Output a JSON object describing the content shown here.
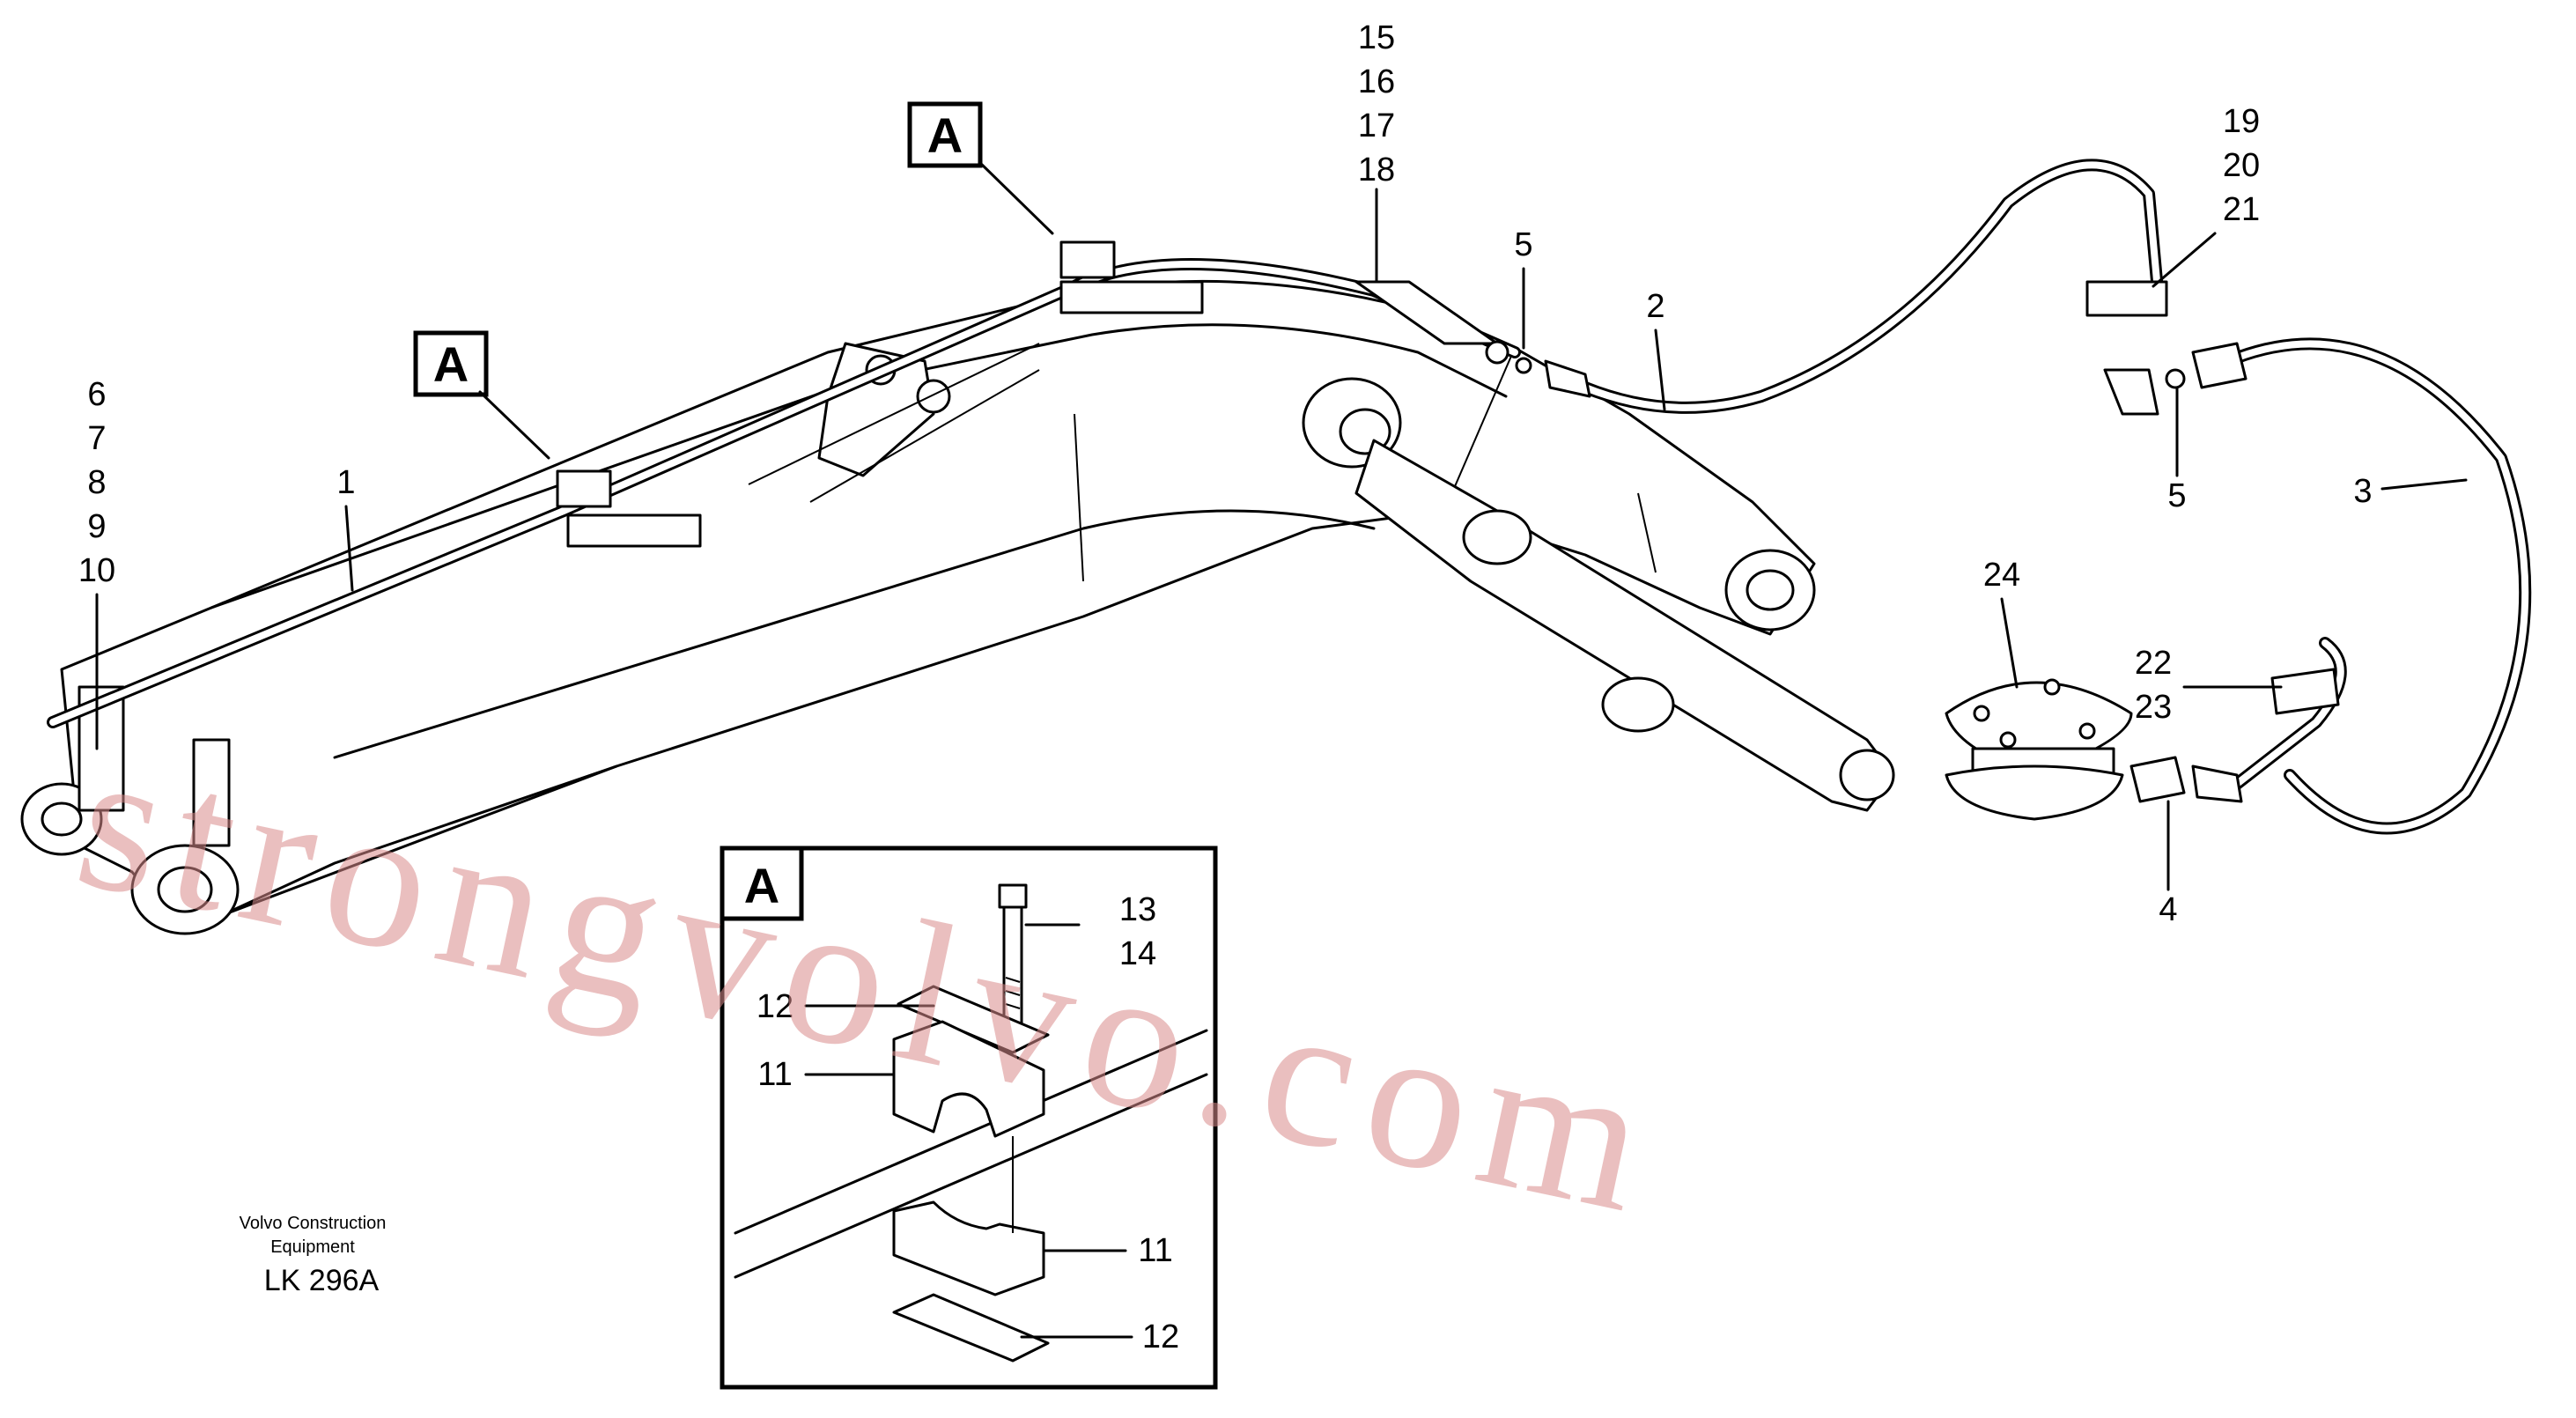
{
  "diagram": {
    "callouts": {
      "c1": "1",
      "c2": "2",
      "c3": "3",
      "c4": "4",
      "c5a": "5",
      "c5b": "5",
      "c6": "6",
      "c7": "7",
      "c8": "8",
      "c9": "9",
      "c10": "10",
      "c11a": "11",
      "c11b": "11",
      "c12a": "12",
      "c12b": "12",
      "c13": "13",
      "c14": "14",
      "c15": "15",
      "c16": "16",
      "c17": "17",
      "c18": "18",
      "c19": "19",
      "c20": "20",
      "c21": "21",
      "c22": "22",
      "c23": "23",
      "c24": "24"
    },
    "section_marker": "A",
    "detail_view_label": "A",
    "manufacturer_line1": "Volvo Construction",
    "manufacturer_line2": "Equipment",
    "drawing_code": "LK 296A"
  },
  "watermark": "strongvolvo.com",
  "colors": {
    "watermark": "#d98a8a",
    "lines": "#000000",
    "background": "#ffffff"
  }
}
